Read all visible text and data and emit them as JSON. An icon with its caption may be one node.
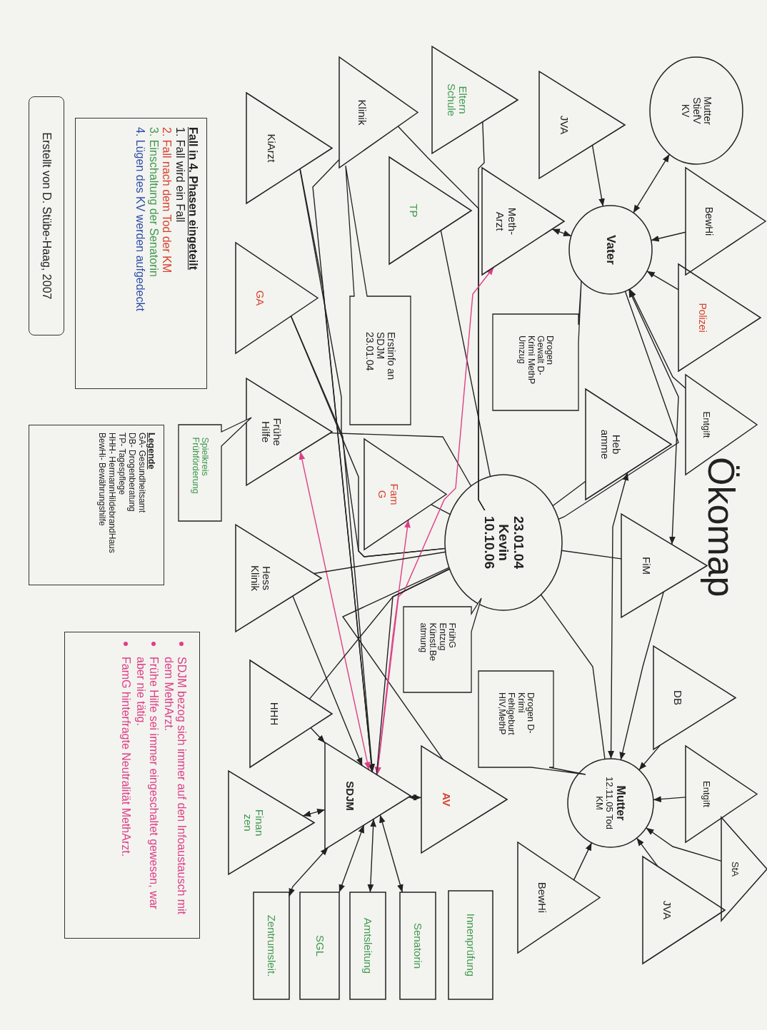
{
  "diagram": {
    "title": "Ökomap",
    "nodes": [
      {
        "text": [
          "Mutter StiefV KV"
        ]
      },
      {
        "text": [
          "BewHi"
        ]
      },
      {
        "text": [
          "JVA"
        ]
      },
      {
        "text": [
          "Vater"
        ]
      },
      {
        "text": [
          "Polizei"
        ]
      },
      {
        "text": [
          "Entgift"
        ]
      },
      {
        "text": [
          "Eltern Schule"
        ]
      },
      {
        "text": [
          "Meth- Arzt"
        ]
      },
      {
        "text": [
          "Drogen Gewalt D-Krimi MethP Umzug"
        ]
      },
      {
        "text": [
          "Heb amme"
        ]
      },
      {
        "text": [
          "Klinik"
        ]
      },
      {
        "text": [
          "TP"
        ]
      },
      {
        "text": [
          "Erstinfo an SDJM 23.01.04"
        ]
      },
      {
        "text": [
          "KiArzt"
        ]
      },
      {
        "text": [
          "GA"
        ]
      },
      {
        "text": [
          "Fam G"
        ]
      },
      {
        "text": [
          "23.01.04 Kevin 10.10.06"
        ]
      },
      {
        "text": [
          "FiM"
        ]
      },
      {
        "text": [
          "Frühe Hilfe"
        ]
      },
      {
        "text": [
          "Spielkreis Frühförderung"
        ]
      },
      {
        "text": [
          "Hess Klinik"
        ]
      },
      {
        "text": [
          "FrühG Entzug Künstl.Be atmung"
        ]
      },
      {
        "text": [
          "Drogen D-Krimi Fehlgeburt HIV,MethP"
        ]
      },
      {
        "text": [
          "DB"
        ]
      },
      {
        "text": [
          "Mutter",
          "12.11.05 Tod KM"
        ]
      },
      {
        "text": [
          "Entgift"
        ]
      },
      {
        "text": [
          "StA"
        ]
      },
      {
        "text": [
          "JVA"
        ]
      },
      {
        "text": [
          "BewHi"
        ]
      },
      {
        "text": [
          "HHH"
        ]
      },
      {
        "text": [
          "AV"
        ]
      },
      {
        "text": [
          "SDJM"
        ]
      },
      {
        "text": [
          "Finan zen"
        ]
      },
      {
        "text": [
          "Innenprüfung"
        ]
      },
      {
        "text": [
          "Senatorin"
        ]
      },
      {
        "text": [
          "Amtsleitung"
        ]
      },
      {
        "text": [
          "SGL"
        ]
      },
      {
        "text": [
          "Zentrumsleit."
        ]
      }
    ],
    "edges": [
      {
        "from": 0,
        "to": 3,
        "arrow": "both"
      },
      {
        "from": 2,
        "to": 3,
        "arrow": "to"
      },
      {
        "from": 1,
        "to": 3,
        "arrow": "to"
      },
      {
        "from": 4,
        "to": 3,
        "arrow": "to"
      },
      {
        "from": 5,
        "to": 3,
        "arrow": "to"
      },
      {
        "from": 7,
        "to": 3,
        "arrow": "both"
      },
      {
        "from": 17,
        "to": 3,
        "arrow": "both"
      },
      {
        "from": 3,
        "to": 16,
        "arrow": "none"
      },
      {
        "from": 9,
        "to": 24,
        "arrow": "both"
      },
      {
        "from": 16,
        "to": 9,
        "arrow": "none"
      },
      {
        "from": 16,
        "to": 17,
        "arrow": "none"
      },
      {
        "from": 17,
        "to": 24,
        "arrow": "to"
      },
      {
        "from": 23,
        "to": 24,
        "arrow": "to"
      },
      {
        "from": 25,
        "to": 24,
        "arrow": "to"
      },
      {
        "from": 26,
        "to": 24,
        "arrow": "to"
      },
      {
        "from": 27,
        "to": 24,
        "arrow": "to"
      },
      {
        "from": 28,
        "to": 24,
        "arrow": "to"
      },
      {
        "from": 16,
        "to": 24,
        "arrow": "none"
      },
      {
        "from": 16,
        "to": 30,
        "arrow": "none"
      },
      {
        "from": 30,
        "to": 31,
        "arrow": "both"
      },
      {
        "from": 31,
        "to": 34,
        "arrow": "both"
      },
      {
        "from": 31,
        "to": 35,
        "arrow": "both"
      },
      {
        "from": 31,
        "to": 36,
        "arrow": "both"
      },
      {
        "from": 31,
        "to": 37,
        "arrow": "both"
      },
      {
        "from": 32,
        "to": 31,
        "arrow": "both"
      },
      {
        "from": 13,
        "to": 16,
        "arrow": "none"
      },
      {
        "from": 13,
        "to": 31,
        "arrow": "to"
      },
      {
        "from": 10,
        "to": 16,
        "arrow": "none"
      },
      {
        "from": 10,
        "to": 31,
        "arrow": "to"
      },
      {
        "from": 6,
        "to": 16,
        "arrow": "none"
      },
      {
        "from": 11,
        "to": 16,
        "arrow": "none"
      },
      {
        "from": 14,
        "to": 16,
        "arrow": "none"
      },
      {
        "from": 14,
        "to": 31,
        "arrow": "to"
      },
      {
        "from": 18,
        "to": 16,
        "arrow": "none"
      },
      {
        "from": 18,
        "to": 31,
        "arrow": "both",
        "color": "#dd3f86"
      },
      {
        "from": 15,
        "to": 16,
        "arrow": "none"
      },
      {
        "from": 15,
        "to": 31,
        "arrow": "both",
        "color": "#dd3f86"
      },
      {
        "from": 7,
        "to": 31,
        "arrow": "both",
        "color": "#dd3f86"
      },
      {
        "from": 20,
        "to": 16,
        "arrow": "none"
      },
      {
        "from": 20,
        "to": 31,
        "arrow": "to"
      },
      {
        "from": 29,
        "to": 16,
        "arrow": "none"
      },
      {
        "from": 29,
        "to": 31,
        "arrow": "to"
      },
      {
        "from": 16,
        "to": 31,
        "arrow": "none"
      }
    ],
    "labels": [
      "Erstellt von D. Stübe-Haag, 2007",
      "Fall in 4. Phasen eingeteilt",
      "1. Fall wird ein Fall",
      "2. Fall nach dem Tod der KM",
      "3. Einschaltung der Senatorin",
      "4. Lügen des KV werden aufgedeckt",
      "Legende",
      "GA- Gesundheitsamt",
      "DB- Drogenberatung",
      "TP- Tagespflege",
      "HHH- HermannHildebrandHaus",
      "BewHi- Bewährungshilfe",
      "SDJM bezog sich immer auf den Infoaustausch mit dem MethArzt.",
      "Frühe Hilfe sei immer eingeschaltet gewesen, war aber nie tätig.",
      "FamG hinterfragte Neutralität MethArzt."
    ]
  }
}
